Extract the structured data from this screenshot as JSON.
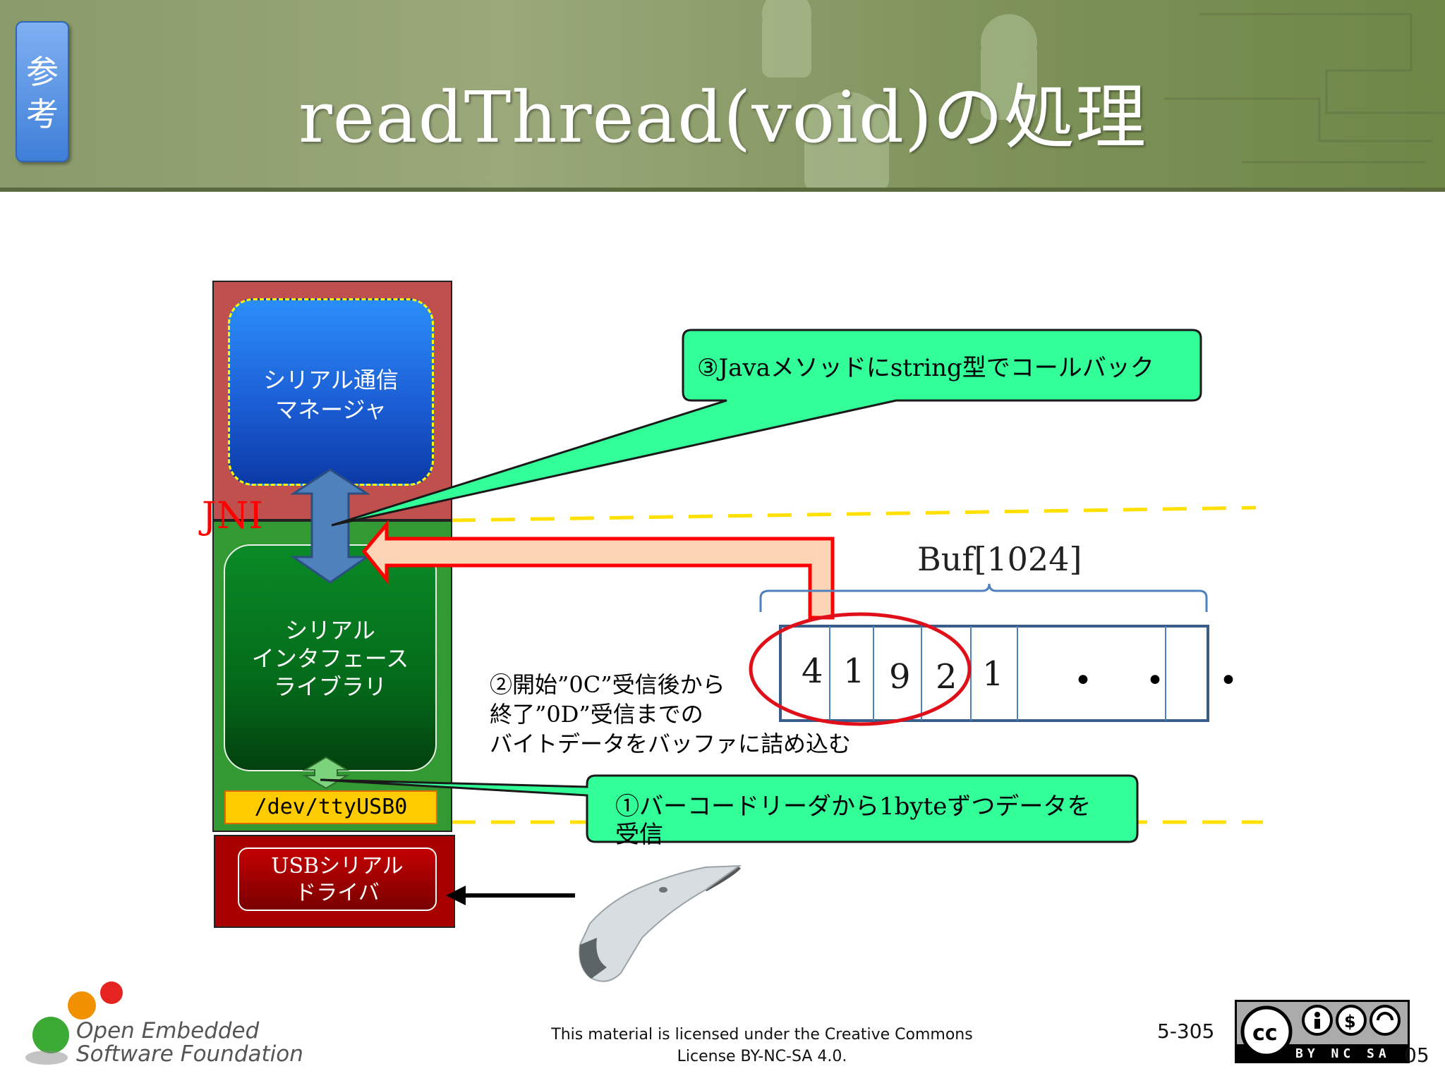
{
  "header": {
    "reference_badge": "参考",
    "title": "readThread(void)の処理"
  },
  "stack": {
    "manager_label": "シリアル通信\nマネージャ",
    "jni_label": "JNI",
    "library_label": "シリアル\nインタフェース\nライブラリ",
    "device_label": "/dev/ttyUSB0",
    "driver_label": "USBシリアル\nドライバ"
  },
  "callouts": {
    "step3": "③Javaメソッドにstring型でコールバック",
    "step1": "①バーコードリーダから1byteずつデータを受信",
    "step2": "②開始”0C”受信後から\n終了”0D”受信までの\nバイトデータをバッファに詰め込む"
  },
  "buffer": {
    "label": "Buf[1024]",
    "cells": [
      "4",
      "1",
      "9",
      "2",
      "1"
    ],
    "ellipsis": [
      "•",
      "•",
      "•"
    ]
  },
  "footer": {
    "license": "This material is licensed under the Creative Commons\nLicense BY-NC-SA 4.0.",
    "page_number": "5-305",
    "page_number_trail": "05",
    "org_name": "Open Embedded\nSoftware Foundation",
    "cc_labels": "BY NC SA"
  },
  "colors": {
    "header_bg": "#8a9a6a",
    "callout_fill": "#33ff99",
    "callout_stroke": "#1a1a1a",
    "boundary_dash": "#ffe000",
    "jni_red": "#ff0000"
  }
}
